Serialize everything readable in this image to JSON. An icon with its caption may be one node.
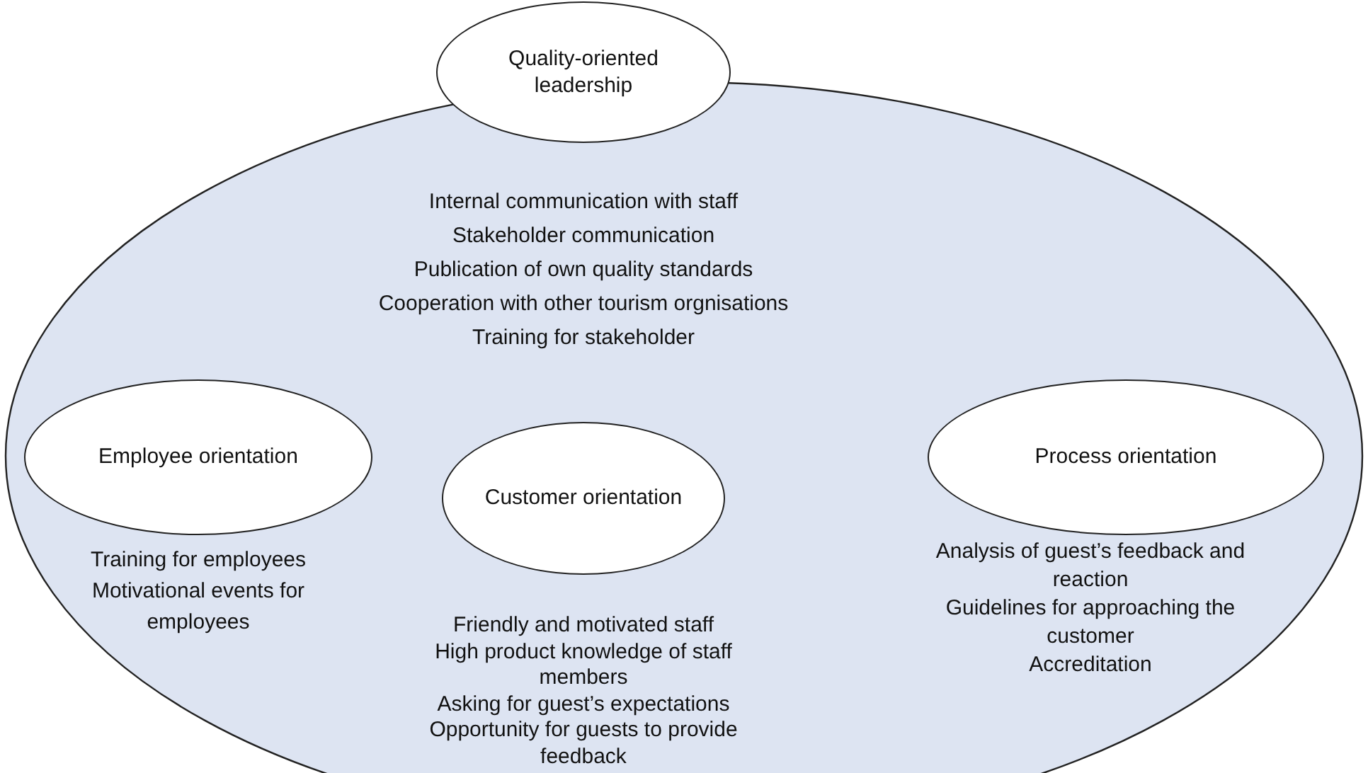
{
  "diagram": {
    "nodes": [
      {
        "text": [],
        "shape": "circle"
      },
      {
        "text": [
          "Quality-oriented leadership"
        ],
        "beside": [
          "Internal communication with staff",
          "Stakeholder communication",
          "Publication of own quality standards",
          "Cooperation with other tourism orgnisations",
          "Training for stakeholder"
        ]
      },
      {
        "text": [
          "Employee orientation"
        ],
        "in": 0,
        "beside": [
          "Training for employees",
          "Motivational events for employees"
        ]
      },
      {
        "text": [
          "Customer orientation"
        ],
        "in": 0,
        "beside": [
          "Friendly and motivated staff",
          "High product knowledge of staff members",
          "Asking for guest’s expectations",
          "Opportunity for guests to provide feedback"
        ]
      },
      {
        "text": [
          "Process orientation"
        ],
        "in": 0,
        "beside": [
          "Analysis of guest’s feedback and reaction",
          "Guidelines for approaching the customer",
          "Accreditation"
        ]
      }
    ]
  }
}
